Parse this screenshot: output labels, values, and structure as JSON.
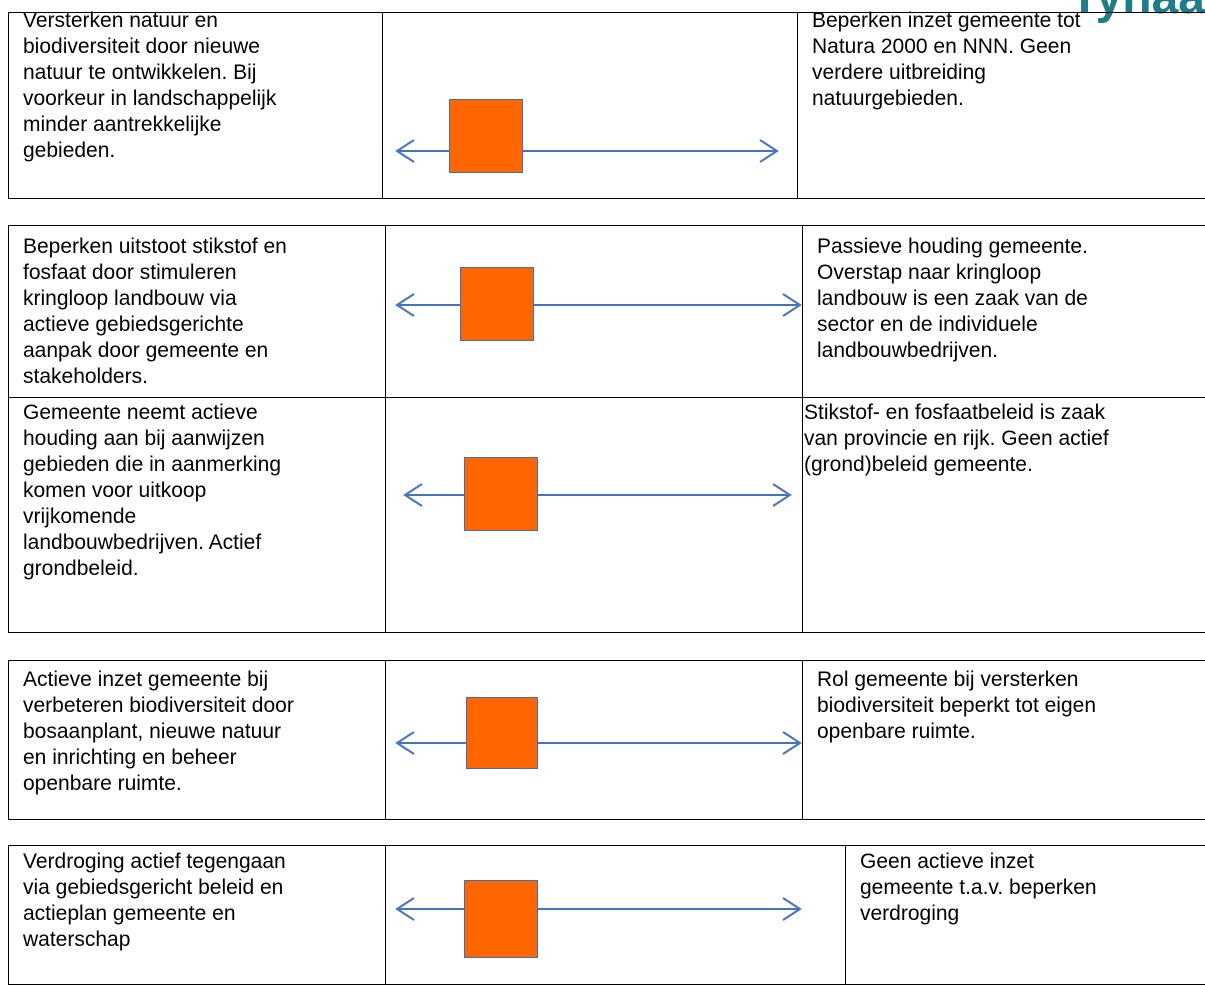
{
  "logo": {
    "text": "Tynaa"
  },
  "rows": [
    {
      "left_text": "Versterken natuur en\nbiodiversiteit door nieuwe\nnatuur te ontwikkelen. Bij\nvoorkeur in landschappelijk\nminder aantrekkelijke\ngebieden.",
      "right_text": "Beperken inzet gemeente tot\nNatura 2000 en NNN. Geen\nverdere uitbreiding\nnatuurgebieden."
    },
    {
      "left_text": "Beperken uitstoot stikstof en\nfosfaat door stimuleren\nkringloop landbouw via\nactieve gebiedsgerichte\naanpak door gemeente en\nstakeholders.",
      "right_text": "Passieve houding gemeente.\nOverstap naar kringloop\nlandbouw is een zaak van de\nsector en de individuele\nlandbouwbedrijven."
    },
    {
      "left_text": "Gemeente neemt actieve\nhouding aan bij aanwijzen\ngebieden die in aanmerking\nkomen voor uitkoop\nvrijkomende\nlandbouwbedrijven. Actief\ngrondbeleid.",
      "right_text": "Stikstof- en fosfaatbeleid is zaak\nvan provincie en rijk. Geen actief\n(grond)beleid gemeente."
    },
    {
      "left_text": "Actieve inzet gemeente bij\nverbeteren biodiversiteit door\nbosaanplant, nieuwe natuur\nen inrichting en beheer\nopenbare ruimte.",
      "right_text": "Rol gemeente bij versterken\nbiodiversiteit beperkt tot eigen\nopenbare ruimte."
    },
    {
      "left_text": "Verdroging actief tegengaan\nvia gebiedsgericht beleid en\nactieplan gemeente en\nwaterschap",
      "right_text": "Geen actieve inzet\ngemeente t.a.v. beperken\nverdroging"
    }
  ],
  "colors": {
    "arrow": "#4472c4",
    "square": "#ff6600",
    "logo": "#1f7c89"
  }
}
